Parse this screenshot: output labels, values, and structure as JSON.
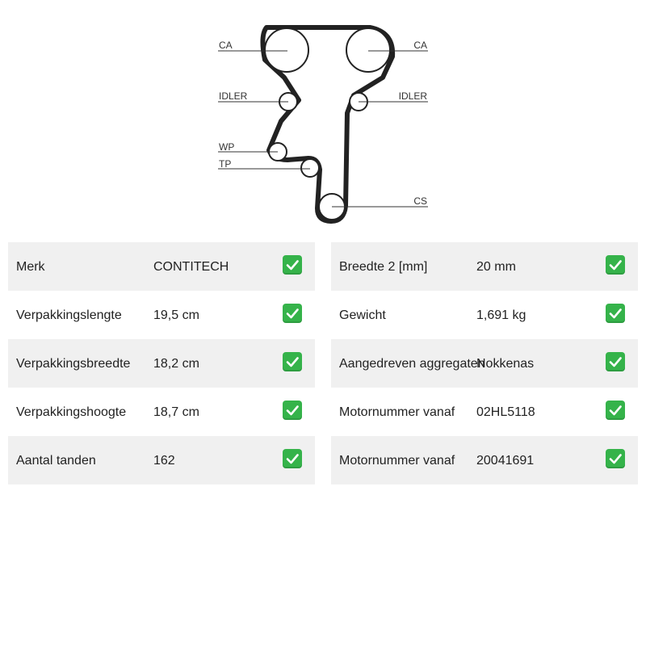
{
  "diagram": {
    "labels": {
      "ca_left": "CA",
      "ca_right": "CA",
      "idler_left": "IDLER",
      "idler_right": "IDLER",
      "wp": "WP",
      "tp": "TP",
      "cs": "CS"
    }
  },
  "specs": {
    "left": [
      {
        "label": "Merk",
        "value": "CONTITECH",
        "icon": "check-icon"
      },
      {
        "label": "Verpakkingslengte",
        "value": "19,5 cm",
        "icon": "check-icon"
      },
      {
        "label": "Verpakkingsbreedte",
        "value": "18,2 cm",
        "icon": "check-icon"
      },
      {
        "label": "Verpakkingshoogte",
        "value": "18,7 cm",
        "icon": "check-icon"
      },
      {
        "label": "Aantal tanden",
        "value": "162",
        "icon": "check-icon"
      }
    ],
    "right": [
      {
        "label": "Breedte 2 [mm]",
        "value": "20 mm",
        "icon": "check-icon"
      },
      {
        "label": "Gewicht",
        "value": "1,691 kg",
        "icon": "check-icon"
      },
      {
        "label": "Aangedreven aggregaten",
        "value": "Nokkenas",
        "icon": "check-icon"
      },
      {
        "label": "Motornummer vanaf",
        "value": "02HL5118",
        "icon": "check-icon"
      },
      {
        "label": "Motornummer vanaf",
        "value": "20041691",
        "icon": "check-icon"
      }
    ]
  },
  "colors": {
    "row_shade": "#f0f0f0",
    "check_green": "#35b34a",
    "belt": "#222222"
  }
}
